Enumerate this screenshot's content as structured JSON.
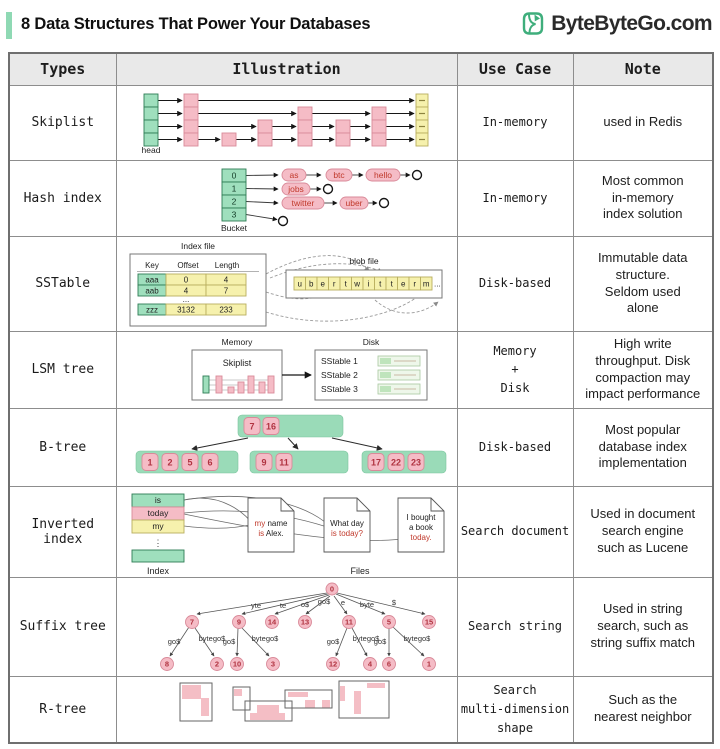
{
  "header": {
    "title": "8 Data Structures That Power Your Databases",
    "brand": "ByteByteGo.com"
  },
  "columns": {
    "types": "Types",
    "illustration": "Illustration",
    "use_case": "Use Case",
    "note": "Note"
  },
  "rows": [
    {
      "type": "Skiplist",
      "use_case": "In-memory",
      "note": "used in Redis"
    },
    {
      "type": "Hash index",
      "use_case": "In-memory",
      "note": "Most common\nin-memory\nindex solution"
    },
    {
      "type": "SSTable",
      "use_case": "Disk-based",
      "note": "Immutable data\nstructure.\nSeldom used\nalone"
    },
    {
      "type": "LSM tree",
      "use_case": "Memory\n+\nDisk",
      "note": "High write\nthroughput. Disk\ncompaction may\nimpact performance"
    },
    {
      "type": "B-tree",
      "use_case": "Disk-based",
      "note": "Most popular\ndatabase index\nimplementation"
    },
    {
      "type": "Inverted index",
      "use_case": "Search document",
      "note": "Used in document\nsearch engine\nsuch as Lucene"
    },
    {
      "type": "Suffix tree",
      "use_case": "Search string",
      "note": "Used in string\nsearch, such as\nstring suffix match"
    },
    {
      "type": "R-tree",
      "use_case": "Search\nmulti-dimension\nshape",
      "note": "Such as the\nnearest neighbor"
    }
  ],
  "ill": {
    "skiplist": {
      "head": "head"
    },
    "hash": {
      "bucket": "Bucket",
      "b": [
        "0",
        "1",
        "2",
        "3"
      ],
      "w": [
        "as",
        "btc",
        "hello",
        "jobs",
        "twitter",
        "uber"
      ]
    },
    "sstable": {
      "index_file": "Index file",
      "blob_file": "blob file",
      "h": [
        "Key",
        "Offset",
        "Length"
      ],
      "r0": [
        "aaa",
        "0",
        "4"
      ],
      "r1": [
        "aab",
        "4",
        "7"
      ],
      "dots": "...",
      "r2": [
        "zzz",
        "3132",
        "233"
      ],
      "blob": [
        "u",
        "b",
        "e",
        "r",
        "t",
        "w",
        "i",
        "t",
        "t",
        "e",
        "r",
        "m"
      ],
      "blob_dots": "..."
    },
    "lsm": {
      "memory": "Memory",
      "disk": "Disk",
      "skiplist": "Skiplist",
      "s": [
        "SStable 1",
        "SStable 2",
        "SStable 3"
      ]
    },
    "btree": {
      "root": [
        "7",
        "16"
      ],
      "c0": [
        "1",
        "2",
        "5",
        "6"
      ],
      "c1": [
        "9",
        "11"
      ],
      "c2": [
        "17",
        "22",
        "23"
      ]
    },
    "inverted": {
      "index": "Index",
      "files": "Files",
      "vdots": "⋮",
      "terms": [
        "is",
        "today",
        "my"
      ],
      "d1": [
        "my",
        " name",
        "is",
        " Alex."
      ],
      "d2": [
        "What day",
        "is today?"
      ],
      "d3": [
        "I bought",
        "a book",
        "today."
      ]
    },
    "suffix": {
      "root": "0",
      "go": "go$",
      "bytego": "bytego$",
      "e": [
        "yte",
        "te",
        "o$",
        "go$",
        "e",
        "byte",
        "$"
      ],
      "n": [
        "7",
        "9",
        "14",
        "13",
        "11",
        "5",
        "15"
      ],
      "leaf": [
        "8",
        "2",
        "10",
        "3",
        "12",
        "4",
        "6",
        "1"
      ]
    }
  },
  "colors": {
    "accent": "#8fd9b4",
    "green": "#9fdfbd",
    "pink": "#f5bcc6",
    "yellow": "#f6f1ad",
    "red_text": "#c0392b",
    "brand_green": "#3fae7c"
  }
}
